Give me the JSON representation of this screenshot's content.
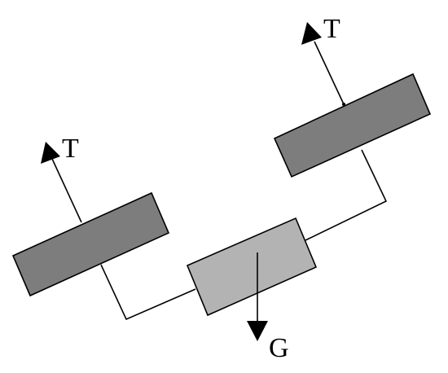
{
  "labels": {
    "tension_left": "T",
    "tension_right": "T",
    "gravity": "G"
  },
  "colors": {
    "support_blocks": "#7d7d7d",
    "middle_block": "#b3b3b3",
    "line": "#000000",
    "background": "#ffffff"
  }
}
